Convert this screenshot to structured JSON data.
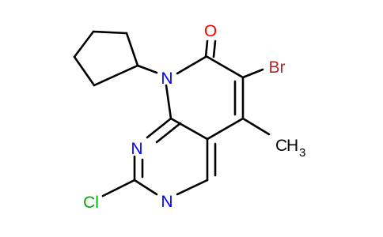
{
  "diagram": {
    "type": "chemical-structure",
    "atom_labels": {
      "oxygen": "O",
      "bromine": "Br",
      "ring_nitrogen": "N",
      "pyrimidine_n1": "N",
      "pyrimidine_n3": "N",
      "chlorine": "Cl",
      "methyl_c": "C",
      "methyl_h": "H",
      "methyl_sub": "3"
    },
    "colors": {
      "oxygen": "#ff0000",
      "nitrogen": "#0000ff",
      "bromine": "#a52a2a",
      "chlorine": "#00aa00",
      "carbon": "#000000"
    }
  }
}
